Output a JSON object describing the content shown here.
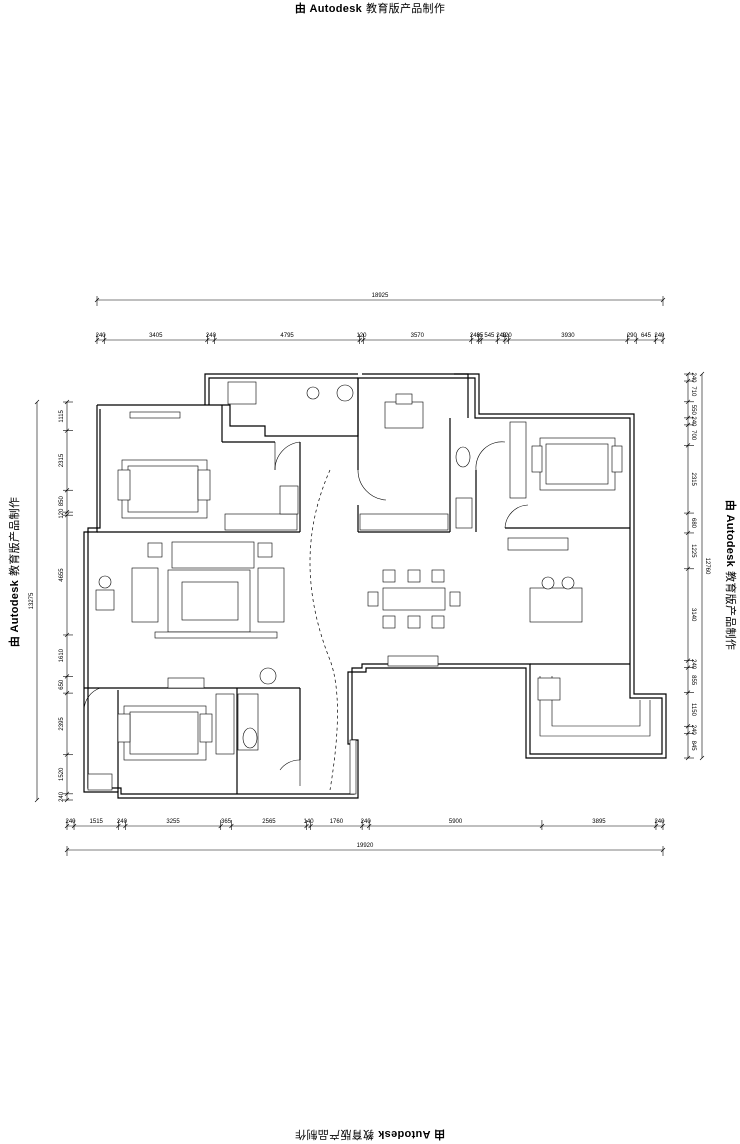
{
  "watermark": {
    "brand": "Autodesk",
    "suffix": "教育版产品制作",
    "prefix_glyph": "由"
  },
  "dimensions": {
    "top_total": "18925",
    "top_segments": [
      "240",
      "3405",
      "240",
      "4795",
      "120",
      "3570",
      "240",
      "85",
      "545",
      "240",
      "120",
      "3930",
      "290",
      "645",
      "240"
    ],
    "bottom_segments": [
      "240",
      "1515",
      "240",
      "3255",
      "365",
      "2565",
      "140",
      "1760",
      "240",
      "5900",
      "3895",
      "240"
    ],
    "bottom_total": "19920",
    "left_total": "13275",
    "left_segments": [
      "1115",
      "2315",
      "850",
      "120",
      "4655",
      "1610",
      "650",
      "2395",
      "1520",
      "240"
    ],
    "right_total": "12760",
    "right_segments": [
      "240",
      "710",
      "550",
      "240",
      "700",
      "2315",
      "680",
      "1225",
      "3140",
      "240",
      "855",
      "1150",
      "240",
      "845"
    ]
  }
}
